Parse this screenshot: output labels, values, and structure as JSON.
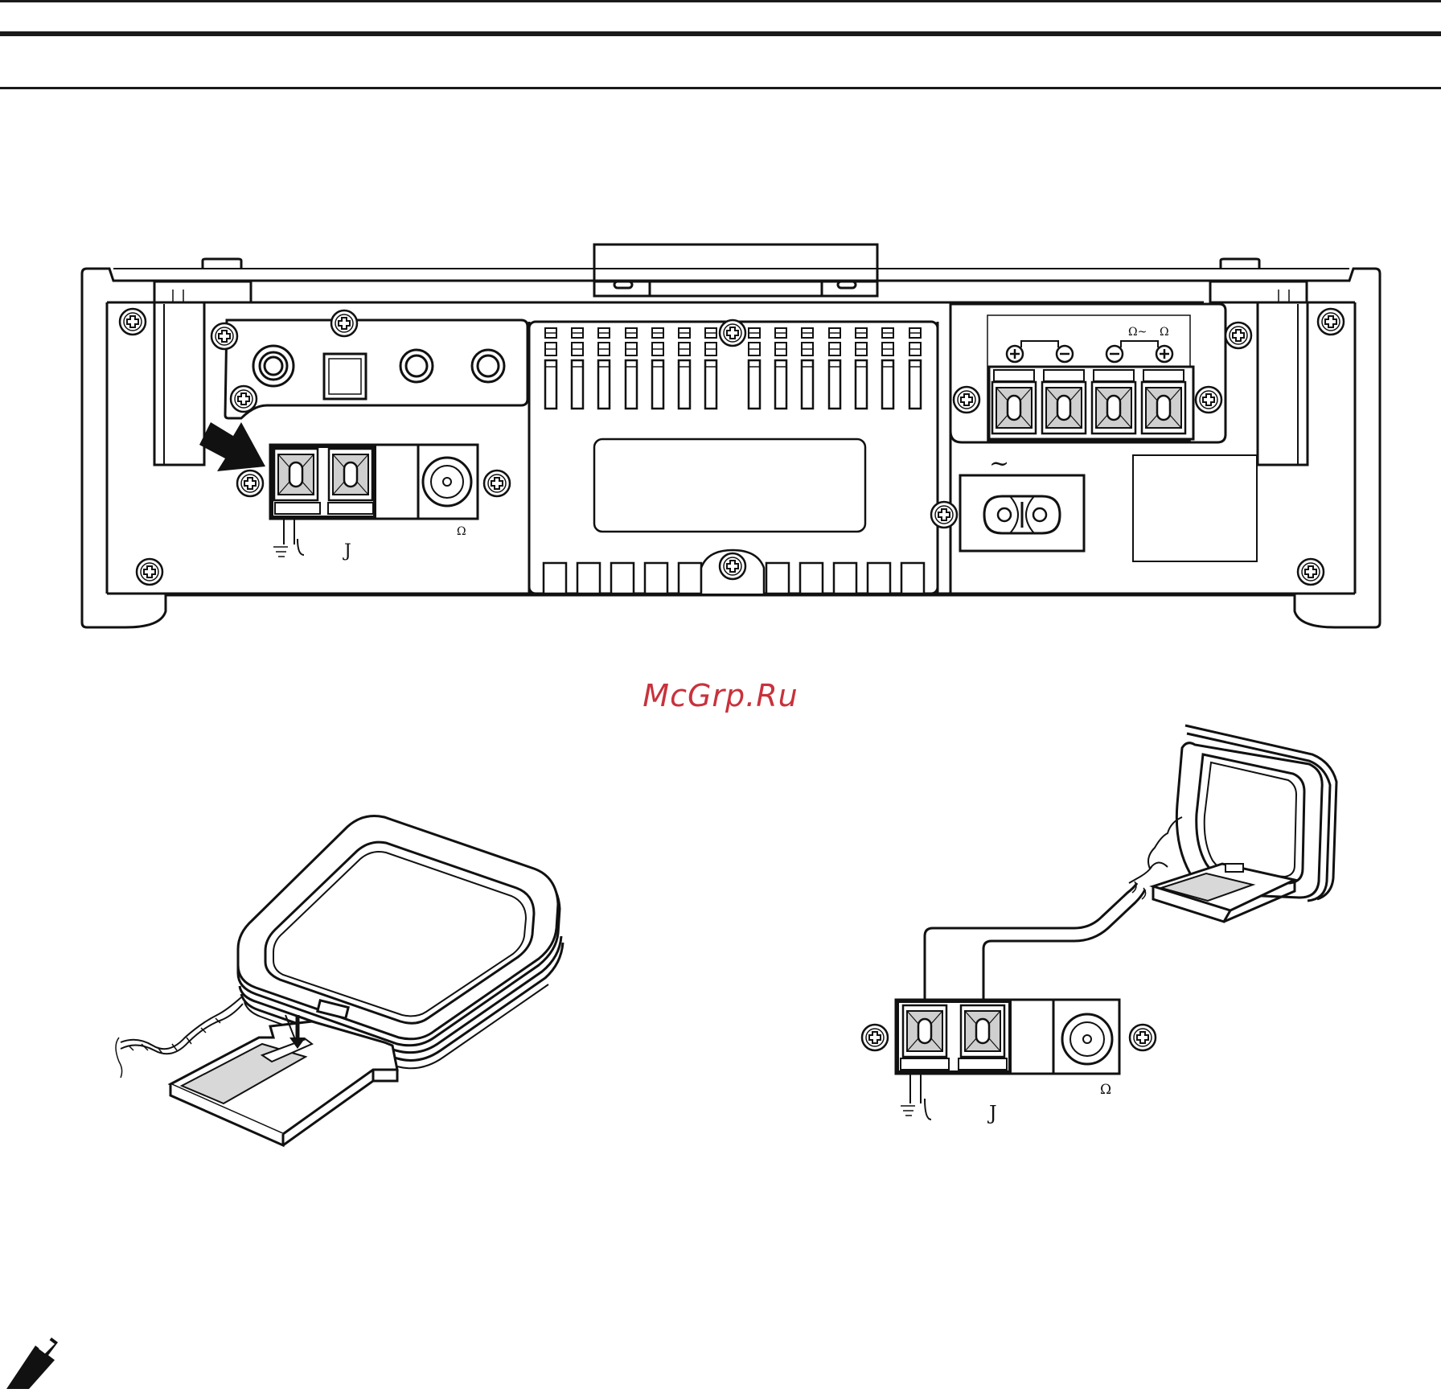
{
  "watermark": {
    "text": "McGrp.Ru"
  },
  "labels": {
    "omega": "Ω",
    "speaker_omega_tilde": "Ω~",
    "speaker_omega": "Ω",
    "ac_tilde": "~",
    "bracket": "J"
  },
  "icons": {
    "note": "pencil-note-icon",
    "arrow": "pointer-arrow-icon"
  }
}
